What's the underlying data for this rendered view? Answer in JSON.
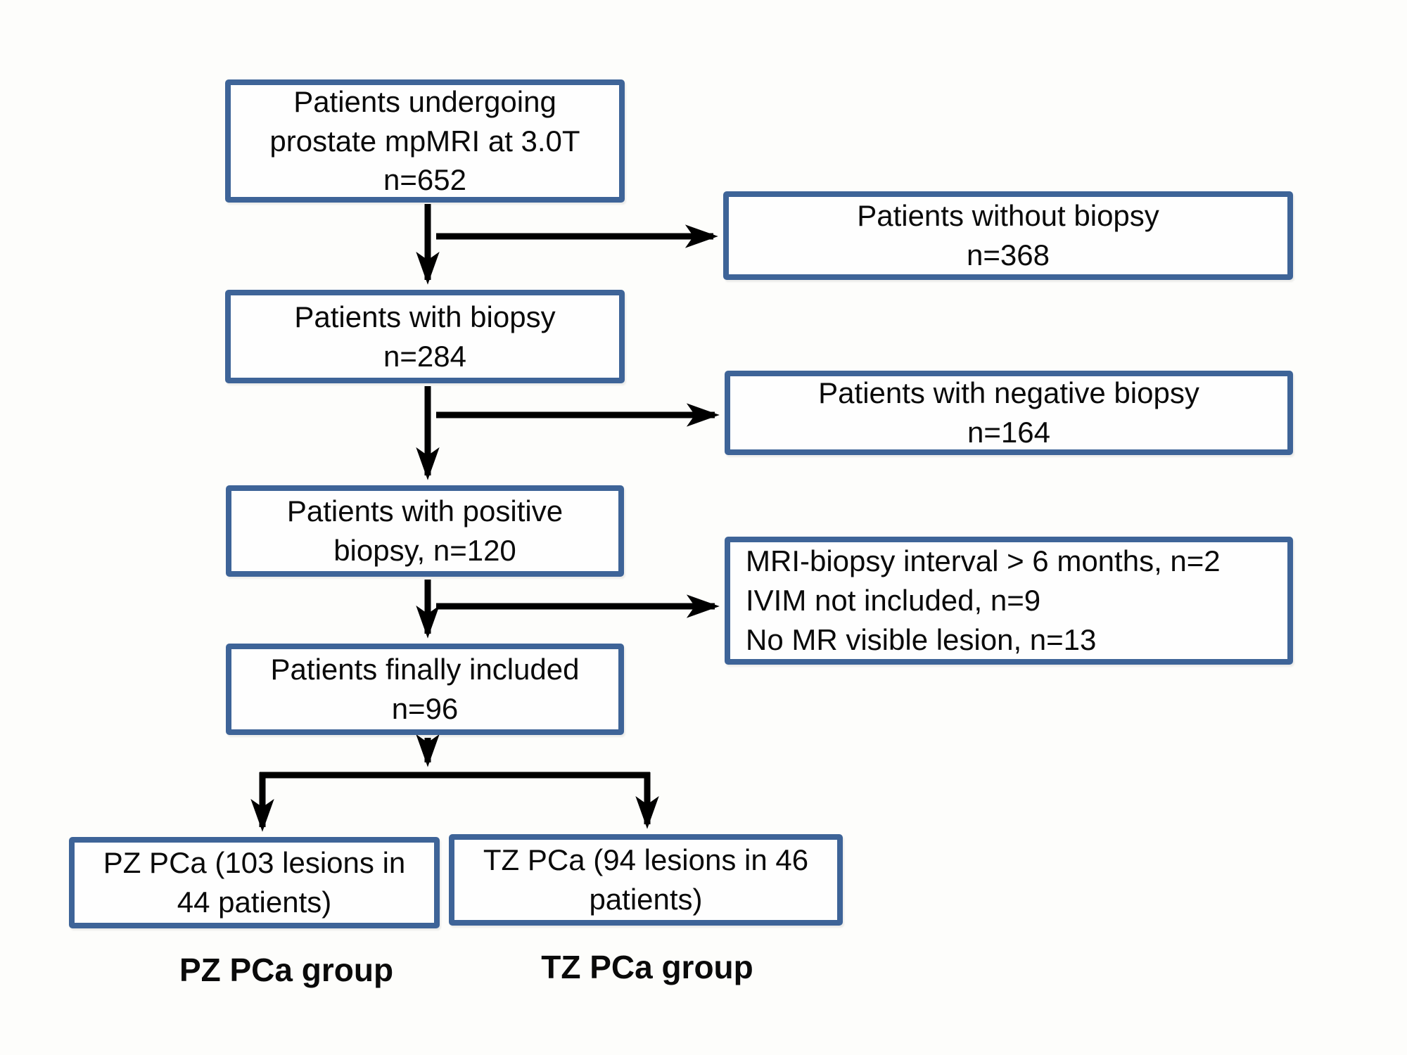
{
  "colors": {
    "box_border": "#3e6498",
    "arrow": "#000000",
    "text": "#0a0a0a",
    "background": "#fdfdfb"
  },
  "boxes": {
    "mpmri": {
      "lines": [
        "Patients undergoing",
        "prostate mpMRI at 3.0T",
        "n=652"
      ]
    },
    "with_biopsy": {
      "lines": [
        "Patients with biopsy",
        "n=284"
      ]
    },
    "without_biopsy": {
      "lines": [
        "Patients without biopsy",
        "n=368"
      ]
    },
    "negative_biopsy": {
      "lines": [
        "Patients with negative biopsy",
        "n=164"
      ]
    },
    "positive_biopsy": {
      "lines": [
        "Patients with positive",
        "biopsy, n=120"
      ]
    },
    "exclusions": {
      "lines": [
        "MRI-biopsy interval > 6 months, n=2",
        "IVIM not included, n=9",
        "No MR visible lesion, n=13"
      ]
    },
    "finally_included": {
      "lines": [
        "Patients finally included",
        "n=96"
      ]
    },
    "pz_pca": {
      "lines": [
        "PZ PCa (103 lesions in",
        "44 patients)"
      ]
    },
    "tz_pca": {
      "lines": [
        "TZ PCa (94 lesions in 46",
        "patients)"
      ]
    }
  },
  "labels": {
    "pz_group": "PZ PCa group",
    "tz_group": "TZ PCa group"
  }
}
